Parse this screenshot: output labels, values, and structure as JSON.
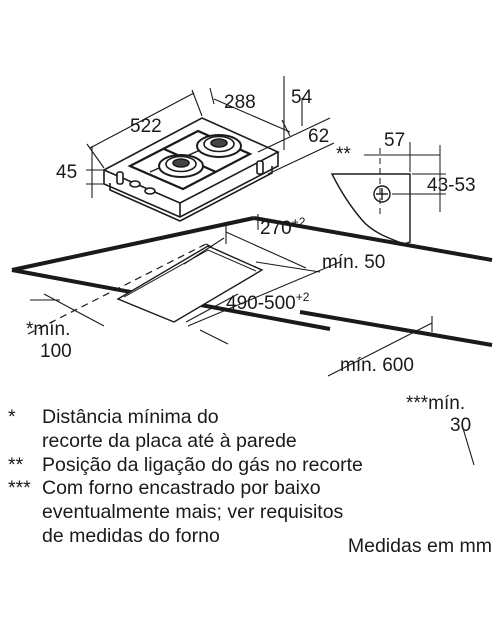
{
  "dimensions": {
    "hob_width": "522",
    "hob_depth": "288",
    "hob_height": "45",
    "side_54": "54",
    "side_62": "62",
    "gas_offset": "57",
    "gas_height": "43-53",
    "gas_marker": "**",
    "cutout_depth": "270",
    "cutout_depth_tol": "+2",
    "cutout_width": "490-500",
    "cutout_width_tol": "+2",
    "min_back": "mín. 50",
    "min_front_prefix": "*mín.",
    "min_front_value": "100",
    "min_side": "mín. 600",
    "min_top_prefix": "***mín.",
    "min_top_value": "30"
  },
  "notes": [
    {
      "mark": "*",
      "text": "Distância mínima do\nrecorte da placa até à parede"
    },
    {
      "mark": "**",
      "text": "Posição da ligação do gás no recorte"
    },
    {
      "mark": "***",
      "text": "Com forno encastrado por baixo\neventualmente mais; ver requisitos\nde medidas do forno"
    }
  ],
  "units": "Medidas em mm"
}
